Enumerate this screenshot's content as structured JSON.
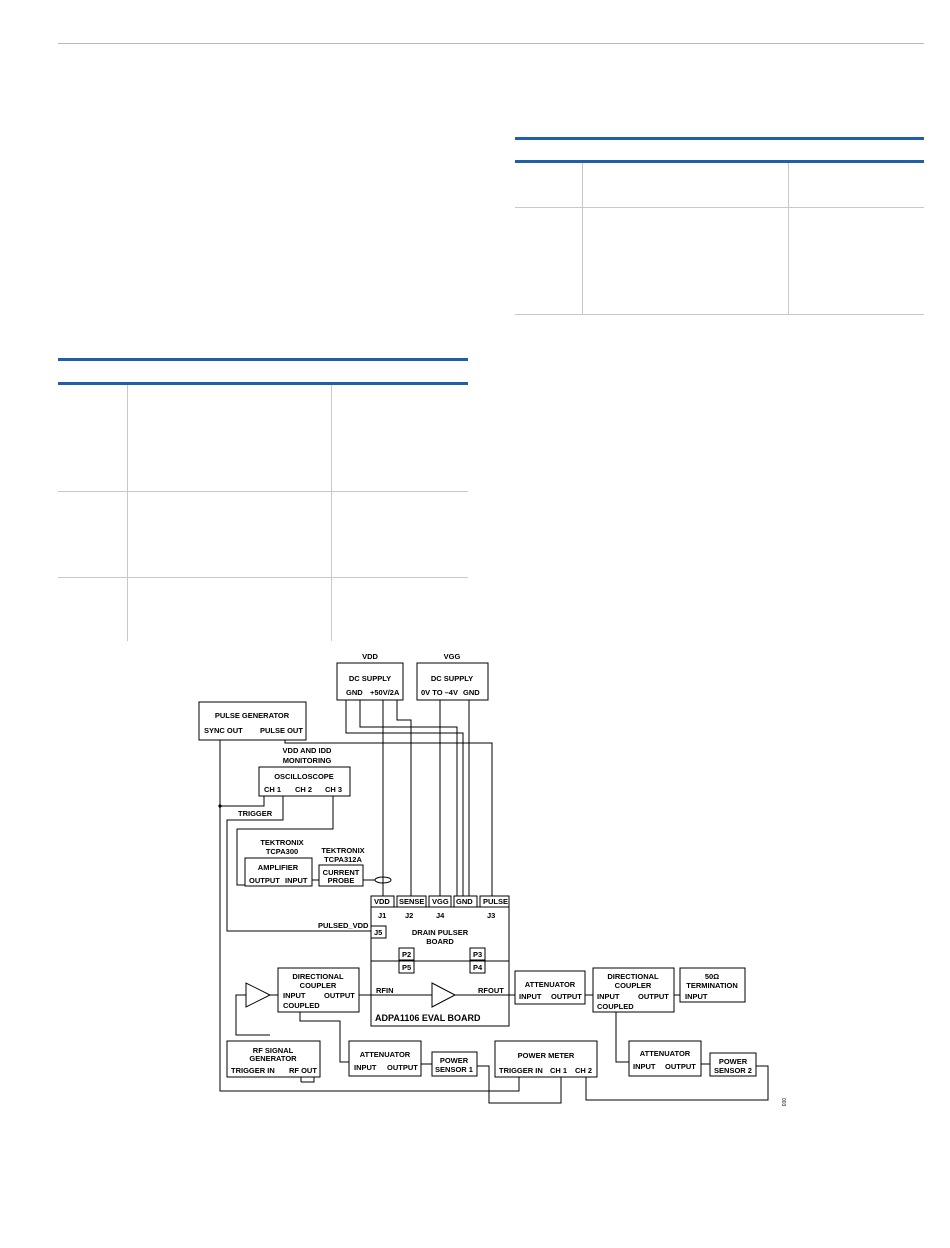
{
  "diagram": {
    "vdd_label": "VDD",
    "vgg_label": "VGG",
    "dc_supply_1": {
      "title": "DC SUPPLY",
      "gnd": "GND",
      "out": "+50V/2A"
    },
    "dc_supply_2": {
      "title": "DC SUPPLY",
      "range": "0V TO –4V",
      "gnd": "GND"
    },
    "pulse_generator": {
      "title": "PULSE GENERATOR",
      "sync_out": "SYNC OUT",
      "pulse_out": "PULSE OUT"
    },
    "monitoring_label_1": "VDD AND IDD",
    "monitoring_label_2": "MONITORING",
    "oscilloscope": {
      "title": "OSCILLOSCOPE",
      "ch1": "CH 1",
      "ch2": "CH 2",
      "ch3": "CH 3"
    },
    "trigger_label": "TRIGGER",
    "tektronix_1a": "TEKTRONIX",
    "tektronix_1b": "TCPA300",
    "tektronix_2a": "TEKTRONIX",
    "tektronix_2b": "TCPA312A",
    "amplifier": {
      "title": "AMPLIFIER",
      "output": "OUTPUT",
      "input": "INPUT"
    },
    "current_probe_1": "CURRENT",
    "current_probe_2": "PROBE",
    "connectors": {
      "vdd": "VDD",
      "sense": "SENSE",
      "vgg": "VGG",
      "gnd": "GND",
      "pulse": "PULSE"
    },
    "jacks": {
      "j1": "J1",
      "j2": "J2",
      "j4": "J4",
      "j3": "J3",
      "j5": "J5"
    },
    "pulsed_vdd": "PULSED_VDD",
    "drain_pulser_1": "DRAIN PULSER",
    "drain_pulser_2": "BOARD",
    "pins": {
      "p2": "P2",
      "p5": "P5",
      "p3": "P3",
      "p4": "P4"
    },
    "dir_coupler_left": {
      "line1": "DIRECTIONAL",
      "line2": "COUPLER",
      "input": "INPUT",
      "output": "OUTPUT",
      "coupled": "COUPLED"
    },
    "rfin": "RFIN",
    "rfout": "RFOUT",
    "eval_board": "ADPA1106 EVAL BOARD",
    "attenuator_1": {
      "title": "ATTENUATOR",
      "input": "INPUT",
      "output": "OUTPUT"
    },
    "dir_coupler_right": {
      "line1": "DIRECTIONAL",
      "line2": "COUPLER",
      "input": "INPUT",
      "output": "OUTPUT",
      "coupled": "COUPLED"
    },
    "termination": {
      "line1": "50Ω",
      "line2": "TERMINATION",
      "input": "INPUT"
    },
    "rf_signal_gen": {
      "line1": "RF SIGNAL",
      "line2": "GENERATOR",
      "trigger_in": "TRIGGER IN",
      "rf_out": "RF OUT"
    },
    "attenuator_2": {
      "title": "ATTENUATOR",
      "input": "INPUT",
      "output": "OUTPUT"
    },
    "power_sensor_1": {
      "line1": "POWER",
      "line2": "SENSOR 1"
    },
    "power_meter": {
      "title": "POWER METER",
      "trigger_in": "TRIGGER IN",
      "ch1": "CH 1",
      "ch2": "CH 2"
    },
    "attenuator_3": {
      "title": "ATTENUATOR",
      "input": "INPUT",
      "output": "OUTPUT"
    },
    "power_sensor_2": {
      "line1": "POWER",
      "line2": "SENSOR 2"
    },
    "figure_id": "003"
  }
}
